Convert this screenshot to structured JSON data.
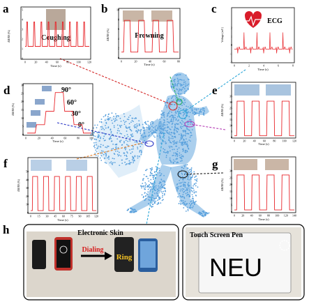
{
  "panels": {
    "a": {
      "letter": "a",
      "caption": "Coughing",
      "xlabel": "Time (s)",
      "ylabel": "ΔR/R0 (%)",
      "xticks": [
        "0",
        "20",
        "40",
        "60",
        "80",
        "100",
        "120"
      ],
      "yticks": [
        "0",
        "1",
        "2",
        "3",
        "4",
        "5"
      ]
    },
    "b": {
      "letter": "b",
      "caption": "Frowning",
      "xlabel": "Time (s)",
      "ylabel": "ΔR/R0 (%)",
      "xticks": [
        "0",
        "20",
        "40",
        "60",
        "80"
      ],
      "yticks": [
        "0",
        "2",
        "4",
        "6",
        "8",
        "10"
      ]
    },
    "c": {
      "letter": "c",
      "caption": "ECG",
      "xlabel": "Time (s)",
      "ylabel": "Voltage (mV)",
      "xticks": [
        "0",
        "2",
        "4",
        "6",
        "8"
      ],
      "yticks": [
        "-2",
        "-1",
        "0",
        "1",
        "2"
      ]
    },
    "d": {
      "letter": "d",
      "xlabel": "Time (s)",
      "ylabel": "ΔR/R0 (%)",
      "angles": [
        "90°",
        "60°",
        "30°",
        "0°"
      ],
      "xticks": [
        "0",
        "20",
        "40",
        "60",
        "80",
        "100"
      ],
      "yticks": [
        "0",
        "5",
        "10",
        "15",
        "20",
        "25",
        "30"
      ]
    },
    "e": {
      "letter": "e",
      "xlabel": "Time (s)",
      "ylabel": "ΔR/R0 (%)",
      "xticks": [
        "0",
        "20",
        "40",
        "60",
        "80",
        "100",
        "120"
      ],
      "yticks": [
        "0",
        "5",
        "10",
        "15",
        "20",
        "25",
        "30",
        "35"
      ]
    },
    "f": {
      "letter": "f",
      "xlabel": "Time (s)",
      "ylabel": "ΔR/R0 (%)",
      "xticks": [
        "0",
        "15",
        "30",
        "45",
        "60",
        "75",
        "90",
        "105",
        "120"
      ],
      "yticks": [
        "0",
        "10",
        "20",
        "30",
        "40",
        "50"
      ]
    },
    "g": {
      "letter": "g",
      "xlabel": "Time (s)",
      "ylabel": "ΔR/R0 (%)",
      "xticks": [
        "0",
        "20",
        "40",
        "60",
        "80",
        "100",
        "120",
        "140"
      ],
      "yticks": [
        "0",
        "5",
        "10",
        "15",
        "20",
        "25",
        "30"
      ]
    },
    "h": {
      "letter": "h",
      "skin_label": "Electronic Skin",
      "dialing": "Dialing",
      "ring": "Ring",
      "pen_label": "Touch Screen Pen",
      "neu": "NEU"
    }
  },
  "colors": {
    "signal": "#e8252a",
    "arrow": "#000000",
    "dots": "#3a8fd6",
    "heart": "#d91c2a"
  }
}
